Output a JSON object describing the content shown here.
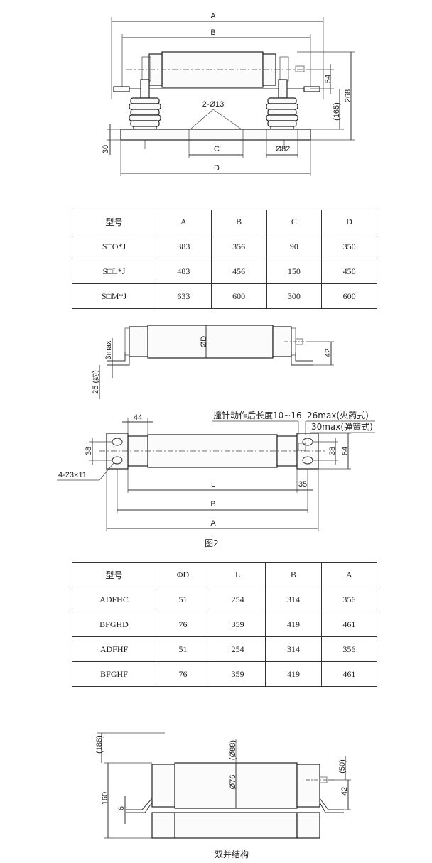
{
  "fig1": {
    "labels": {
      "A": "A",
      "B": "B",
      "C": "C",
      "D": "D",
      "holes": "2-Ø13",
      "dia": "Ø82",
      "d54": "54",
      "d165": "(165)",
      "d268": "268",
      "d30": "30"
    }
  },
  "table1": {
    "header": [
      "型号",
      "A",
      "B",
      "C",
      "D"
    ],
    "rows": [
      [
        "S□O*J",
        "383",
        "356",
        "90",
        "350"
      ],
      [
        "S□L*J",
        "483",
        "456",
        "150",
        "450"
      ],
      [
        "S□M*J",
        "633",
        "600",
        "300",
        "600"
      ]
    ]
  },
  "fig2": {
    "caption": "图2",
    "labels": {
      "d3max": "3max",
      "d25": "25 (约)",
      "dia": "ØD",
      "d42": "42",
      "d44": "44",
      "d38a": "38",
      "d38b": "38",
      "d64": "64",
      "holes": "4-23×11",
      "L": "L",
      "d35": "35",
      "B": "B",
      "A": "A",
      "stroke": "撞针动作后长度10~16",
      "m26": "26max(火药式)",
      "m30": "30max(弹簧式)"
    }
  },
  "table2": {
    "header": [
      "型号",
      "ΦD",
      "L",
      "B",
      "A"
    ],
    "rows": [
      [
        "ADFHC",
        "51",
        "254",
        "314",
        "356"
      ],
      [
        "BFGHD",
        "76",
        "359",
        "419",
        "461"
      ],
      [
        "ADFHF",
        "51",
        "254",
        "314",
        "356"
      ],
      [
        "BFGHF",
        "76",
        "359",
        "419",
        "461"
      ]
    ]
  },
  "fig3": {
    "caption": "双并结构",
    "labels": {
      "d188": "(188)",
      "d160": "160",
      "d6": "6",
      "d88": "(Ø88)",
      "d76": "Ø76",
      "d50": "(50)",
      "d42": "42"
    }
  }
}
